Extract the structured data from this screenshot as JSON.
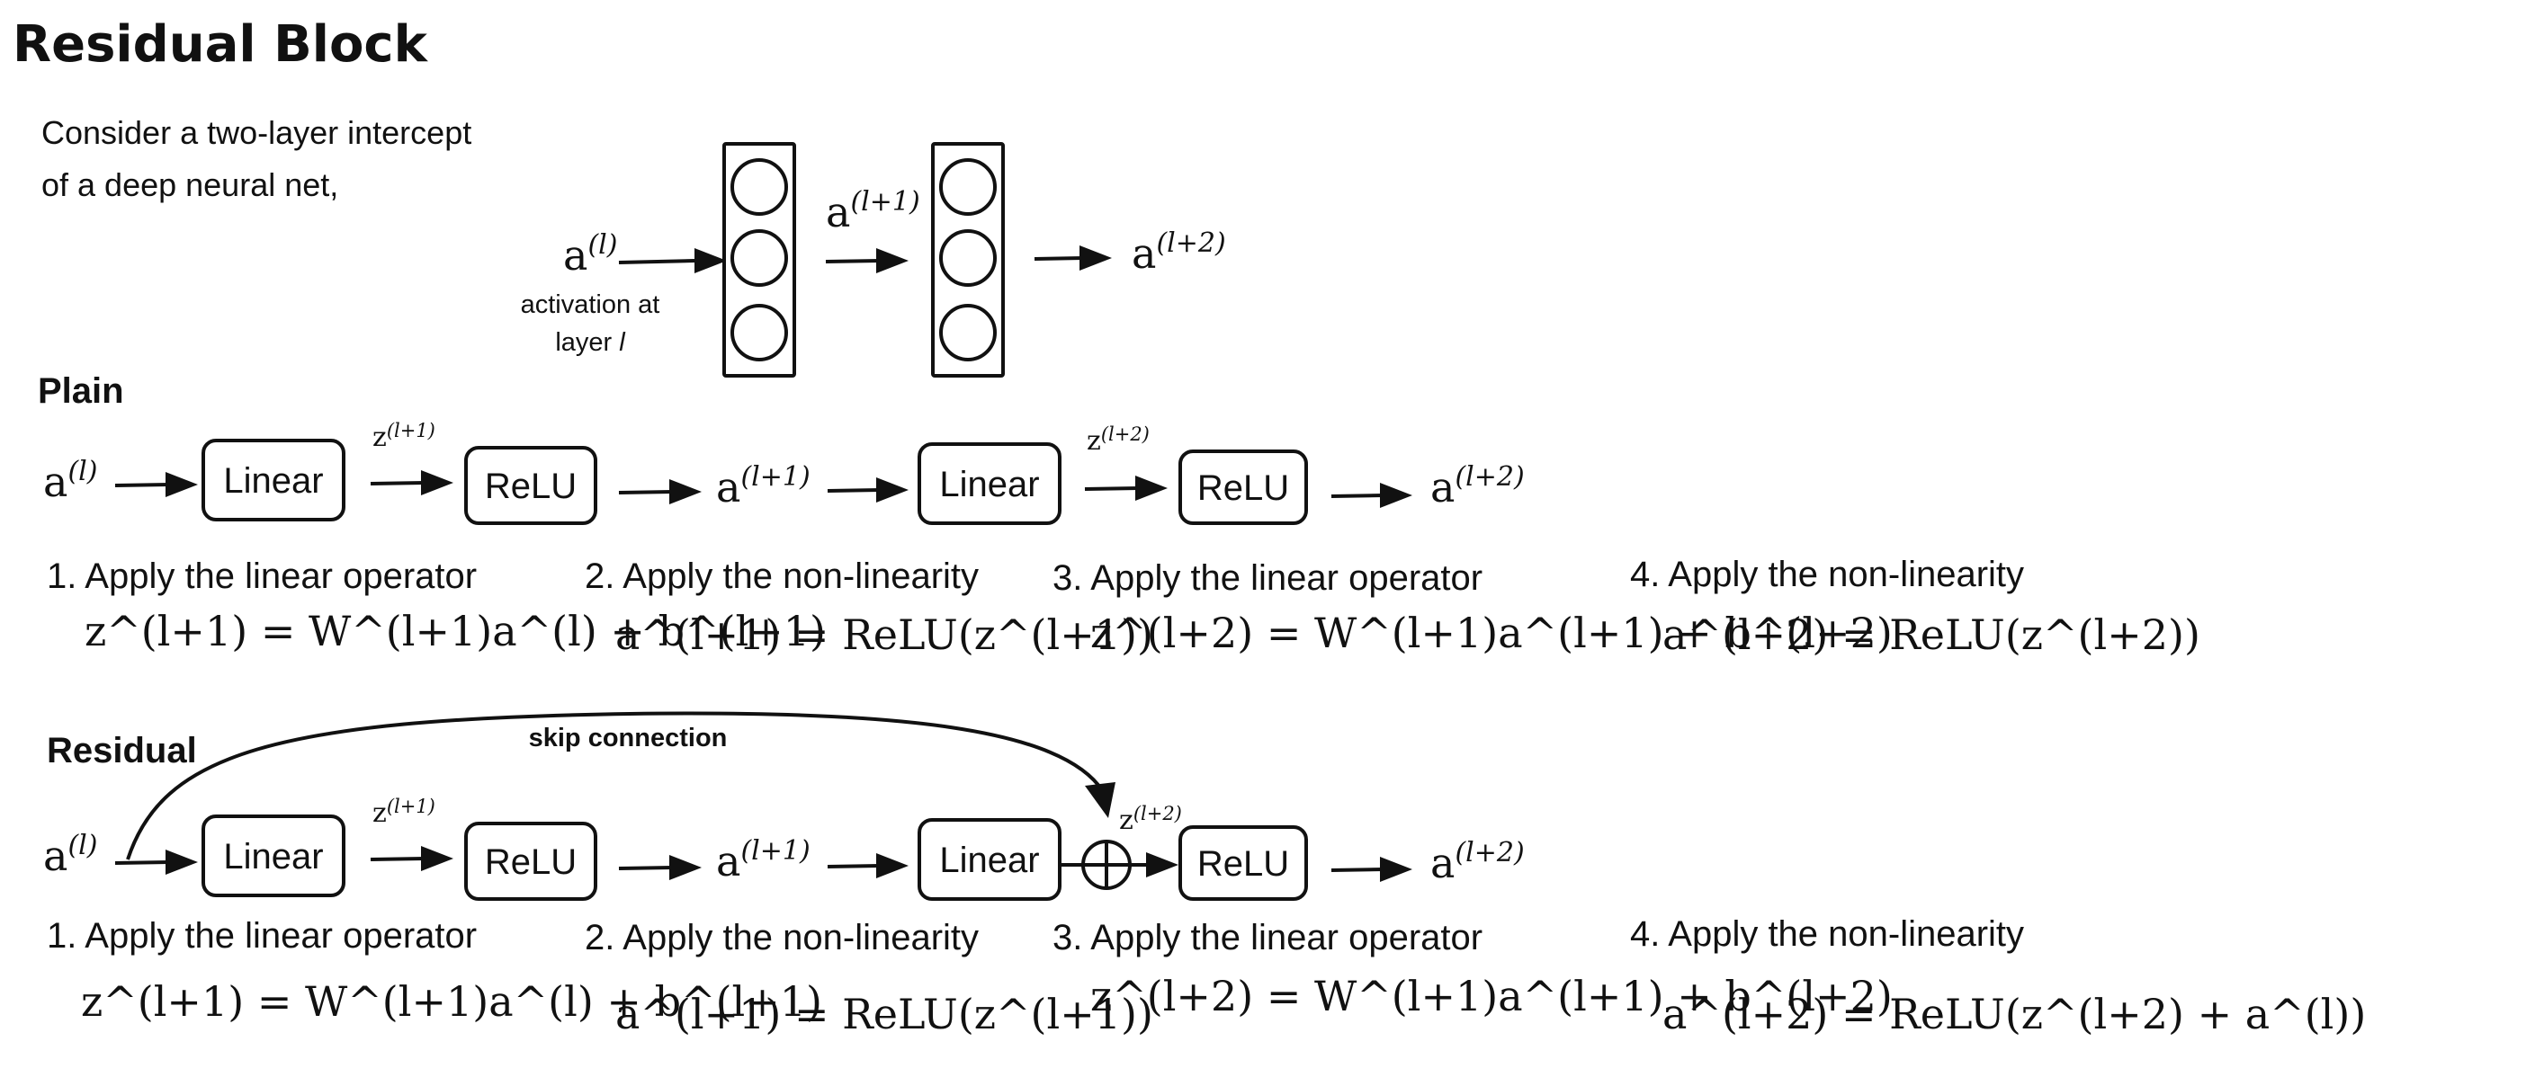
{
  "title": "Residual Block",
  "intro": {
    "line1": "Consider a two-layer intercept",
    "line2": "of a deep neural net,"
  },
  "network": {
    "input": {
      "base": "a",
      "sup": "(l)"
    },
    "middle": {
      "base": "a",
      "sup": "(l+1)"
    },
    "output": {
      "base": "a",
      "sup": "(l+2)"
    },
    "caption_line1": "activation at",
    "caption_line2": "layer ",
    "caption_var": "l"
  },
  "labels": {
    "plain": "Plain",
    "residual": "Residual",
    "skip_connection": "skip connection"
  },
  "blocks": {
    "linear": "Linear",
    "relu": "ReLU"
  },
  "vars": {
    "a_l": {
      "base": "a",
      "sup": "(l)"
    },
    "a_l1": {
      "base": "a",
      "sup": "(l+1)"
    },
    "a_l2": {
      "base": "a",
      "sup": "(l+2)"
    },
    "z_l1": {
      "base": "z",
      "sup": "(l+1)"
    },
    "z_l2": {
      "base": "z",
      "sup": "(l+2)"
    }
  },
  "plain_steps": [
    {
      "label": "1. Apply the linear operator",
      "equation": "z^(l+1) = W^(l+1)a^(l) + b^(l+1)"
    },
    {
      "label": "2. Apply the non-linearity",
      "equation": "a^(l+1) = ReLU(z^(l+1))"
    },
    {
      "label": "3. Apply the linear operator",
      "equation": "z^(l+2) = W^(l+1)a^(l+1) + b^(l+2)"
    },
    {
      "label": "4. Apply the non-linearity",
      "equation": "a^(l+2) = ReLU(z^(l+2))"
    }
  ],
  "residual_steps": [
    {
      "label": "1. Apply the linear operator",
      "equation": "z^(l+1) = W^(l+1)a^(l) + b^(l+1)"
    },
    {
      "label": "2. Apply the non-linearity",
      "equation": "a^(l+1) = ReLU(z^(l+1))"
    },
    {
      "label": "3. Apply the linear operator",
      "equation": "z^(l+2) = W^(l+1)a^(l+1) + b^(l+2)"
    },
    {
      "label": "4. Apply the non-linearity",
      "equation": "a^(l+2) = ReLU(z^(l+2) + a^(l))"
    }
  ]
}
